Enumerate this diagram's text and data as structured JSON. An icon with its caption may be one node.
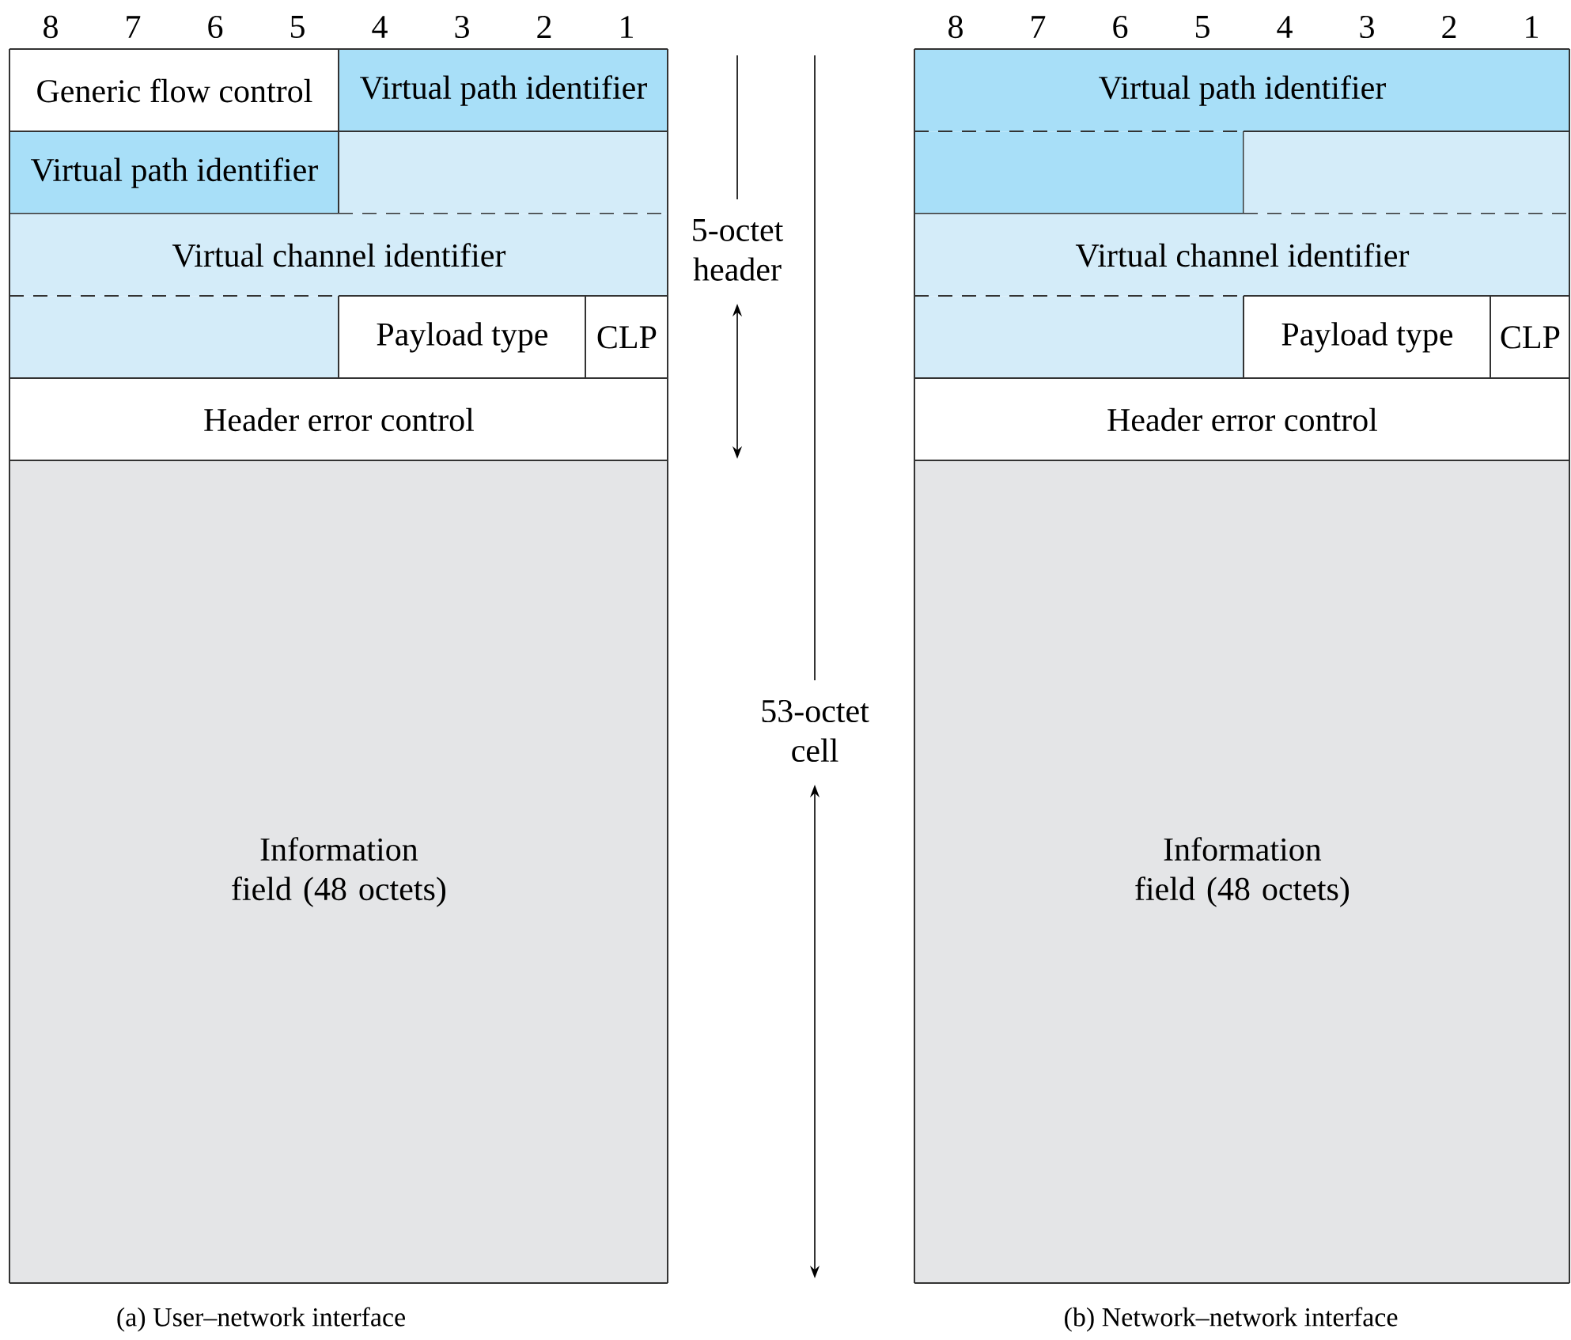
{
  "diagram": {
    "nodes": [
      {
        "text": [
          "Generic flow control"
        ]
      },
      {
        "text": [
          "Virtual path identifier"
        ]
      },
      {
        "text": [
          "Virtual path identifier"
        ]
      },
      {
        "text": [],
        "shape": "box"
      },
      {
        "text": [
          "Virtual channel identifier"
        ]
      },
      {
        "text": [],
        "shape": "box"
      },
      {
        "text": [
          "Payload type"
        ]
      },
      {
        "text": [
          "CLP"
        ]
      },
      {
        "text": [
          "Header error control"
        ]
      },
      {
        "text": [
          "Information field (48 octets)"
        ]
      },
      {
        "text": [
          "Virtual path identifier"
        ]
      },
      {
        "text": [],
        "shape": "box"
      },
      {
        "text": [],
        "shape": "box"
      },
      {
        "text": [
          "Virtual channel identifier"
        ]
      },
      {
        "text": [],
        "shape": "box"
      },
      {
        "text": [
          "Payload type"
        ]
      },
      {
        "text": [
          "CLP"
        ]
      },
      {
        "text": [
          "Header error control"
        ]
      },
      {
        "text": [
          "Information field (48 octets)"
        ]
      }
    ],
    "labels": [
      "8",
      "7",
      "6",
      "5",
      "4",
      "3",
      "2",
      "1",
      "8",
      "7",
      "6",
      "5",
      "4",
      "3",
      "2",
      "1",
      "5-octet header",
      "53-octet cell",
      "(a) User–network interface",
      "(b) Network–network interface"
    ]
  }
}
